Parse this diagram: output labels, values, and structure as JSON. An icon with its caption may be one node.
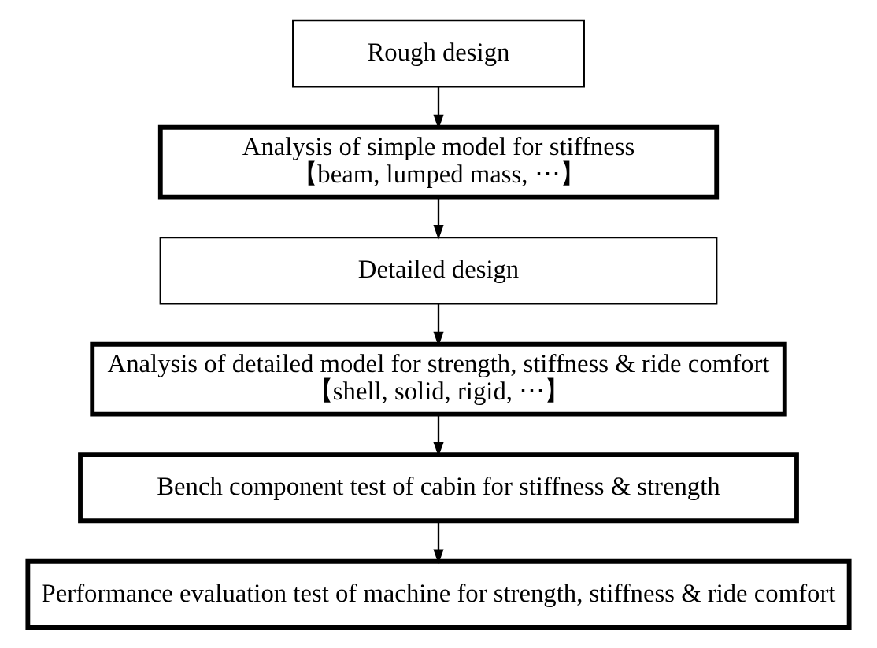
{
  "diagram": {
    "nodes": [
      {
        "text": [
          "Rough design"
        ]
      },
      {
        "text": [
          "Analysis of simple model for stiffness",
          "【beam, lumped mass, ⋯】"
        ]
      },
      {
        "text": [
          "Detailed design"
        ]
      },
      {
        "text": [
          "Analysis of detailed model for strength, stiffness & ride comfort",
          "【shell, solid, rigid, ⋯】"
        ]
      },
      {
        "text": [
          "Bench component test of cabin for stiffness & strength"
        ]
      },
      {
        "text": [
          "Performance evaluation test of machine for strength, stiffness & ride comfort"
        ]
      }
    ],
    "edges": [
      {
        "from": 0,
        "to": 1,
        "arrow": "to"
      },
      {
        "from": 1,
        "to": 2,
        "arrow": "to"
      },
      {
        "from": 2,
        "to": 3,
        "arrow": "to"
      },
      {
        "from": 3,
        "to": 4,
        "arrow": "to"
      },
      {
        "from": 4,
        "to": 5,
        "arrow": "to"
      }
    ]
  }
}
